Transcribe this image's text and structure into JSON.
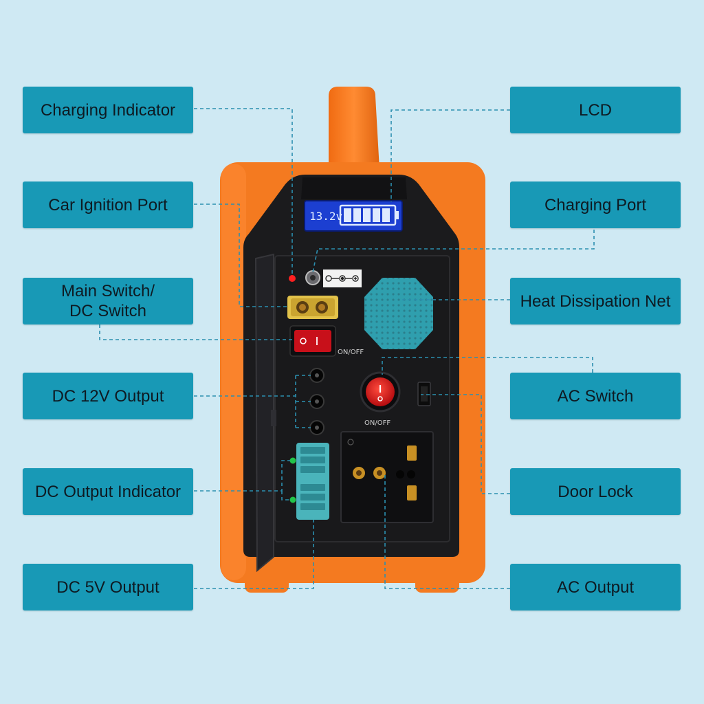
{
  "labels": {
    "charging_indicator": "Charging Indicator",
    "car_ignition_port": "Car Ignition Port",
    "main_switch": "Main Switch/\nDC Switch",
    "dc_12v_output": "DC 12V Output",
    "dc_output_indicator": "DC Output Indicator",
    "dc_5v_output": "DC 5V Output",
    "lcd": "LCD",
    "charging_port": "Charging Port",
    "heat_dissipation_net": "Heat Dissipation Net",
    "ac_switch": "AC Switch",
    "door_lock": "Door Lock",
    "ac_output": "AC Output"
  },
  "device": {
    "lcd_voltage": "13.2v",
    "dc_switch_text": "ON/OFF",
    "ac_switch_text": "ON/OFF"
  },
  "colors": {
    "background": "#cfe9f3",
    "label_box": "#1899b6",
    "body_orange": "#f47a20",
    "panel_black": "#1b1b1d",
    "switch_red": "#e0161a",
    "lcd_blue": "#1c3fd1"
  }
}
